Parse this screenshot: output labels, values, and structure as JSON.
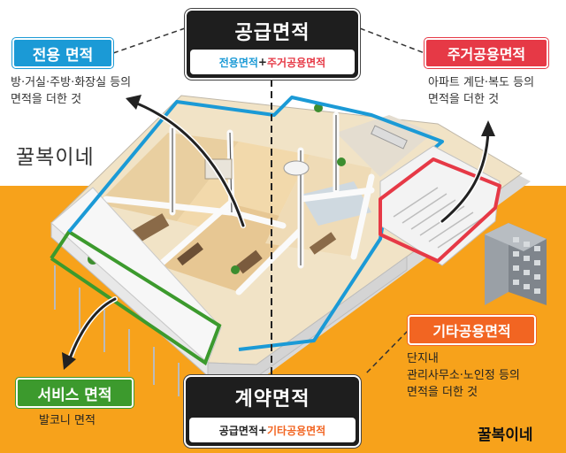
{
  "supply_area": {
    "title": "공급면적",
    "formula_a": "전용면적",
    "plus": "+",
    "formula_b": "주거공용면적"
  },
  "exclusive_area": {
    "label": "전용 면적",
    "description_line1": "방·거실·주방·화장실 등의",
    "description_line2": "면적을 더한 것"
  },
  "residential_common_area": {
    "label": "주거공용면적",
    "description_line1": "아파트 계단·복도 등의",
    "description_line2": "면적을 더한 것"
  },
  "service_area": {
    "label": "서비스 면적",
    "description": "발코니 면적"
  },
  "other_common_area": {
    "label": "기타공용면적",
    "description_line1": "단지내",
    "description_line2": "관리사무소·노인정 등의",
    "description_line3": "면적을 더한 것"
  },
  "contract_area": {
    "title": "계약면적",
    "formula_a": "공급면적",
    "plus": "+",
    "formula_b": "기타공용면적"
  },
  "watermark": {
    "top": "꿀복이네",
    "bottom": "꿀복이네"
  },
  "colors": {
    "exclusive": "#1b9ad6",
    "residential_common": "#e63946",
    "service": "#3c9a2d",
    "other_common": "#f26522",
    "background": "#f7a21b"
  }
}
